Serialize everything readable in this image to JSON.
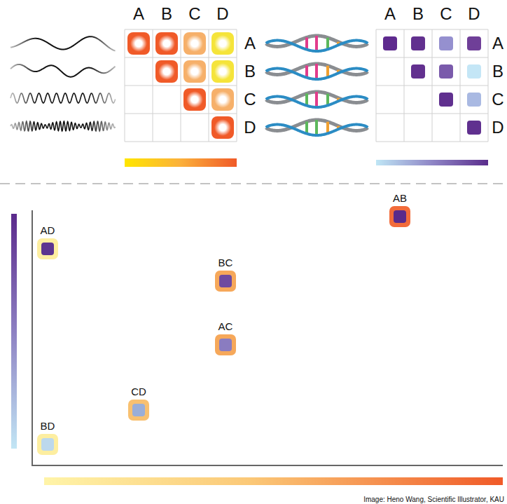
{
  "diagram": {
    "nodes": [
      {
        "text": [
          "AB"
        ]
      },
      {
        "text": [
          "AD"
        ]
      },
      {
        "text": [
          "BC"
        ]
      },
      {
        "text": [
          "AC"
        ]
      },
      {
        "text": [
          "CD"
        ]
      },
      {
        "text": [
          "BD"
        ]
      }
    ],
    "labels": [
      "A",
      "B",
      "C",
      "D",
      "A",
      "B",
      "C",
      "D",
      "A",
      "B",
      "C",
      "D",
      "A",
      "B",
      "C",
      "D",
      "Image: Heno Wang, Scientific Illustrator, KAU"
    ]
  }
}
